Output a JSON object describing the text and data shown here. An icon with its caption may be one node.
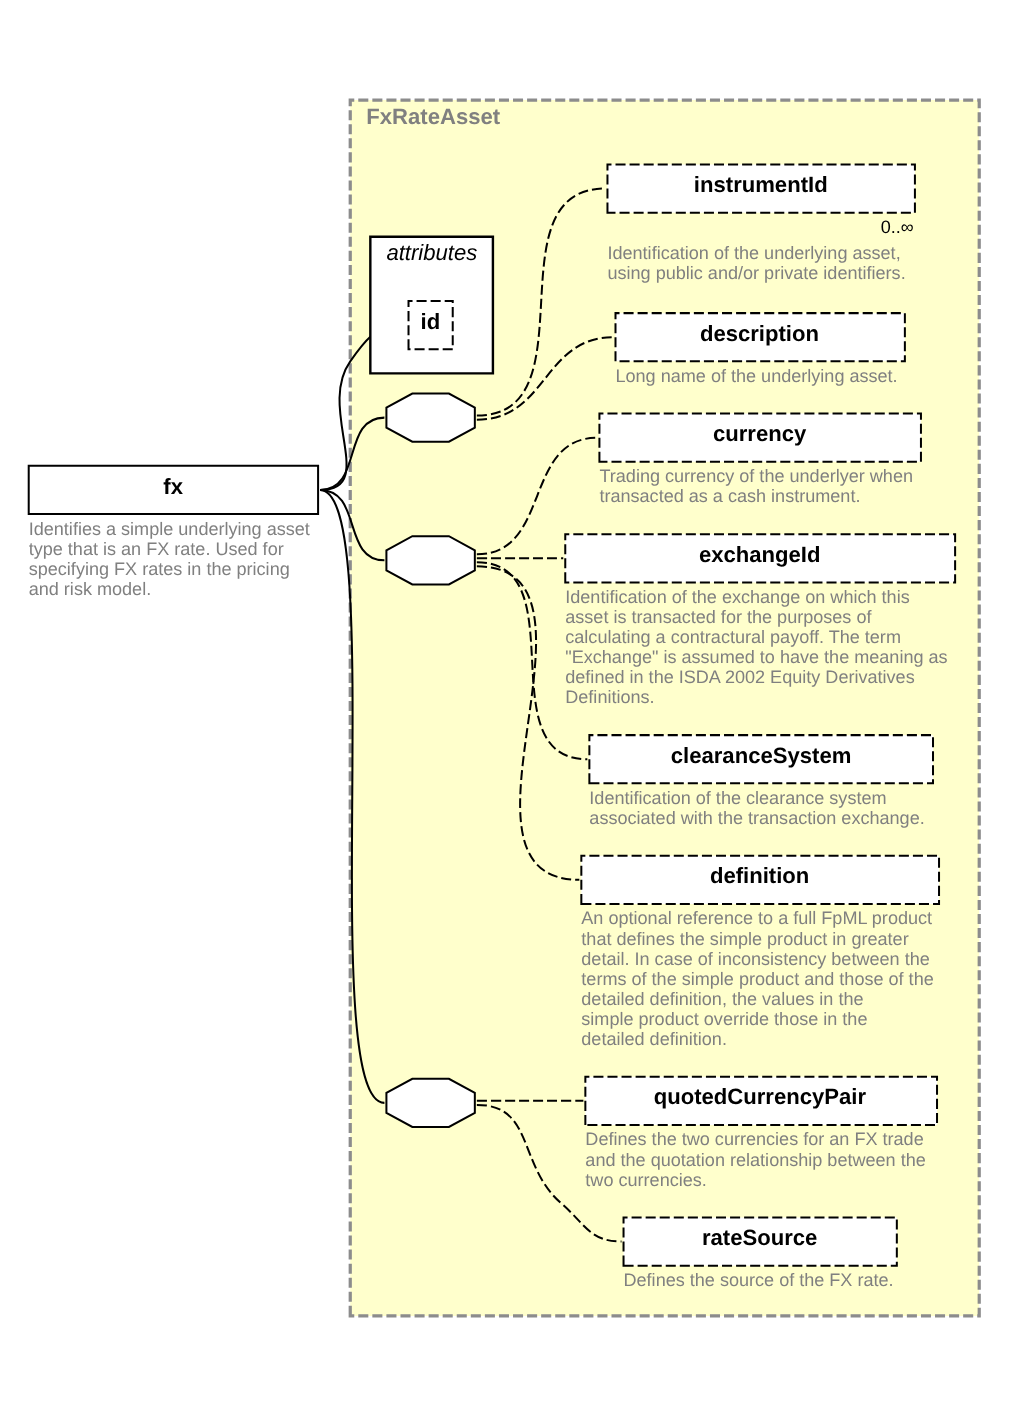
{
  "diagram": {
    "nodes": [
      {
        "text": [
          "fx"
        ],
        "beside": [
          "Identifies a simple underlying asset type that is an FX rate. Used for specifying FX rates in the pricing and risk model."
        ]
      },
      {
        "text": [
          "FxRateAsset"
        ]
      },
      {
        "text": [
          "attributes"
        ],
        "in": 1
      },
      {
        "text": [
          "id"
        ],
        "in": 2
      },
      {
        "text": [],
        "shape": "octagon",
        "in": 1
      },
      {
        "text": [
          "instrumentId"
        ],
        "in": 1,
        "beside": [
          "0..∞",
          "Identification of the underlying asset, using public and/or private identifiers."
        ]
      },
      {
        "text": [
          "description"
        ],
        "in": 1,
        "beside": [
          "Long name of the underlying asset."
        ]
      },
      {
        "text": [],
        "shape": "octagon",
        "in": 1
      },
      {
        "text": [
          "currency"
        ],
        "in": 1,
        "beside": [
          "Trading currency of the underlyer when transacted as a cash instrument."
        ]
      },
      {
        "text": [
          "exchangeId"
        ],
        "in": 1,
        "beside": [
          "Identification of the exchange on which this asset is transacted for the purposes of calculating a contractural payoff. The term \"Exchange\" is assumed to have the meaning as defined in the ISDA 2002 Equity Derivatives Definitions."
        ]
      },
      {
        "text": [
          "clearanceSystem"
        ],
        "in": 1,
        "beside": [
          "Identification of the clearance system associated with the transaction exchange."
        ]
      },
      {
        "text": [
          "definition"
        ],
        "in": 1,
        "beside": [
          "An optional reference to a full FpML product that defines the simple product in greater detail. In case of inconsistency between the terms of the simple product and those of the detailed definition, the values in the simple product override those in the detailed definition."
        ]
      },
      {
        "text": [],
        "shape": "octagon",
        "in": 1
      },
      {
        "text": [
          "quotedCurrencyPair"
        ],
        "in": 1,
        "beside": [
          "Defines the two currencies for an FX trade and the quotation relationship between the two currencies."
        ]
      },
      {
        "text": [
          "rateSource"
        ],
        "in": 1,
        "beside": [
          "Defines the source of the FX rate."
        ]
      }
    ],
    "edges": [
      {
        "from": 0,
        "to": 2,
        "arrow": "none"
      },
      {
        "from": 0,
        "to": 4,
        "arrow": "none"
      },
      {
        "from": 0,
        "to": 7,
        "arrow": "none"
      },
      {
        "from": 0,
        "to": 12,
        "arrow": "none"
      },
      {
        "from": 4,
        "to": 5,
        "arrow": "none",
        "style": "dashed"
      },
      {
        "from": 4,
        "to": 6,
        "arrow": "none",
        "style": "dashed"
      },
      {
        "from": 7,
        "to": 8,
        "arrow": "none",
        "style": "dashed"
      },
      {
        "from": 7,
        "to": 9,
        "arrow": "none",
        "style": "dashed"
      },
      {
        "from": 7,
        "to": 10,
        "arrow": "none",
        "style": "dashed"
      },
      {
        "from": 7,
        "to": 11,
        "arrow": "none",
        "style": "dashed"
      },
      {
        "from": 12,
        "to": 13,
        "arrow": "none",
        "style": "dashed"
      },
      {
        "from": 12,
        "to": 14,
        "arrow": "none",
        "style": "dashed"
      }
    ]
  }
}
